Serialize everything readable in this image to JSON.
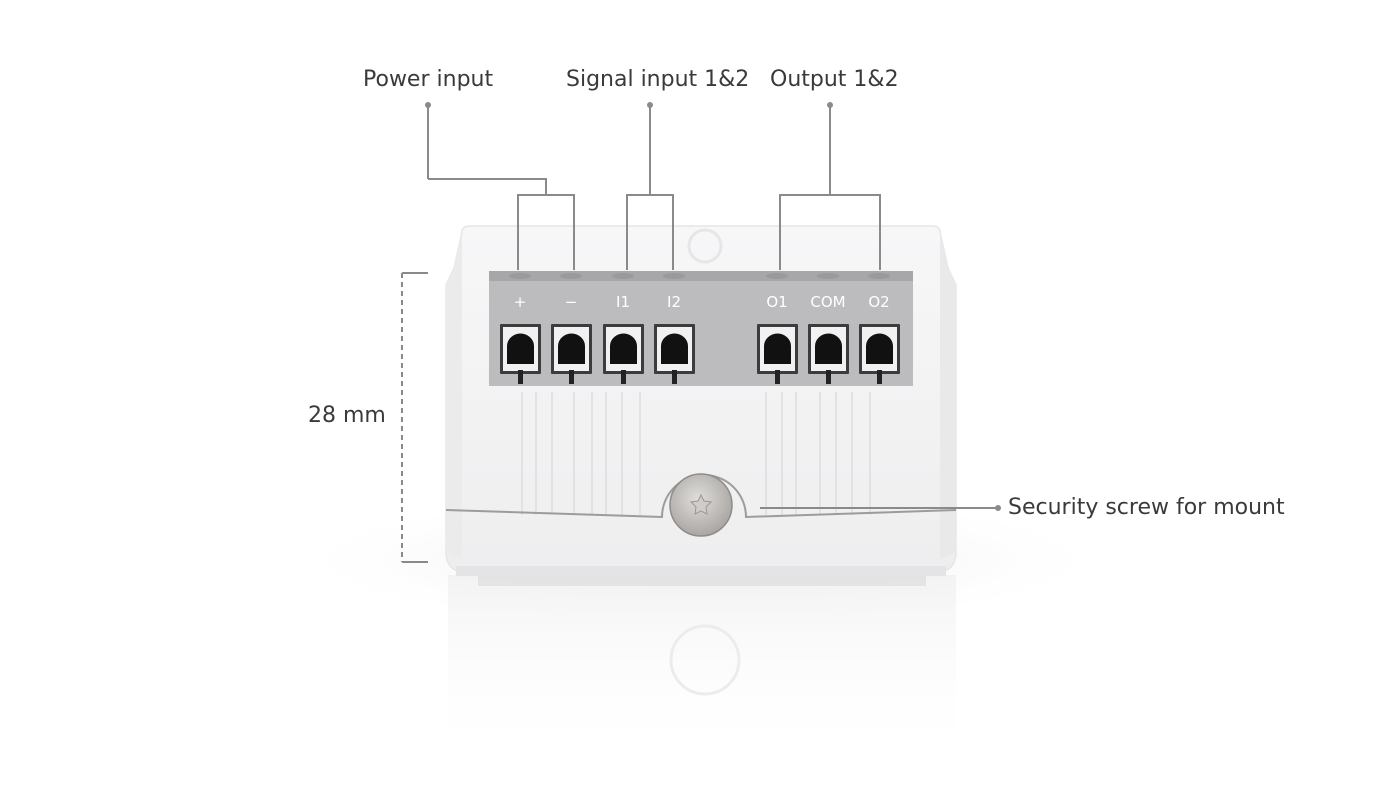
{
  "callouts": {
    "power_input": "Power input",
    "signal_input": "Signal input 1&2",
    "output": "Output 1&2",
    "security_screw": "Security screw for mount",
    "height_dimension": "28 mm"
  },
  "terminals": [
    {
      "label": "+"
    },
    {
      "label": "−"
    },
    {
      "label": "I1"
    },
    {
      "label": "I2"
    },
    {
      "label": "O1"
    },
    {
      "label": "COM"
    },
    {
      "label": "O2"
    }
  ],
  "colors": {
    "leader": "#8a8a8a",
    "body": "#f3f3f4",
    "terminal_block": "#b9b9bb",
    "text": "#3a3a3a"
  }
}
